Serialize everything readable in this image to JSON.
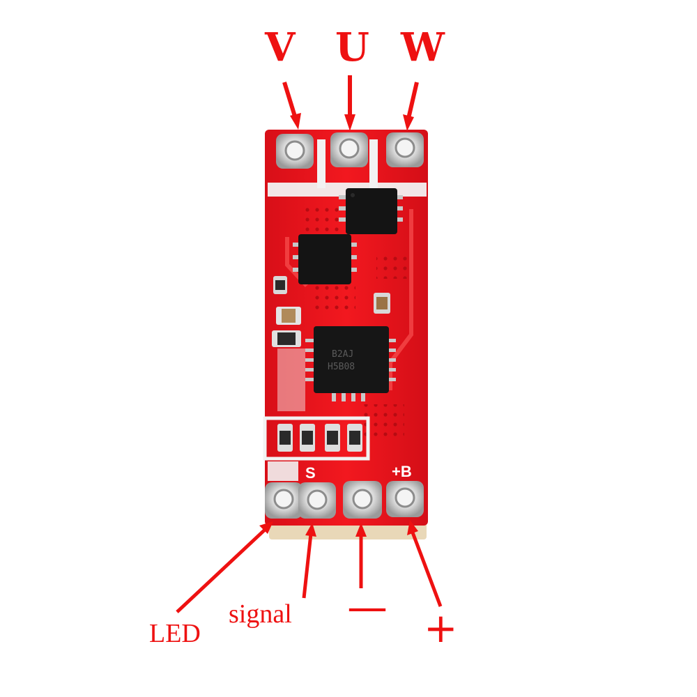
{
  "phase_labels": {
    "v": "V",
    "u": "U",
    "w": "W"
  },
  "wire_labels": {
    "led": "LED",
    "signal": "signal",
    "minus": "—",
    "plus": "+"
  },
  "silkscreen": {
    "plus_b": "+B",
    "s": "S"
  },
  "chip_marking": {
    "line1": "B2AJ",
    "line2": "H5B08"
  },
  "colors": {
    "pcb": "#e8141c",
    "label": "#ee1111",
    "solder_mask_white": "#f2f2f2"
  }
}
